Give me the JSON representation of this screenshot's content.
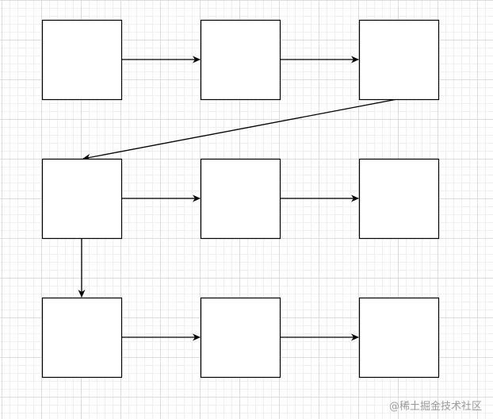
{
  "diagram": {
    "stroke_color": "#000000",
    "fill_color": "#ffffff",
    "grid_minor_color": "#efefef",
    "grid_major_color": "#dcdcdc",
    "nodes": [
      {
        "id": "r1c1",
        "label": ""
      },
      {
        "id": "r1c2",
        "label": ""
      },
      {
        "id": "r1c3",
        "label": ""
      },
      {
        "id": "r2c1",
        "label": ""
      },
      {
        "id": "r2c2",
        "label": ""
      },
      {
        "id": "r2c3",
        "label": ""
      },
      {
        "id": "r3c1",
        "label": ""
      },
      {
        "id": "r3c2",
        "label": ""
      },
      {
        "id": "r3c3",
        "label": ""
      }
    ],
    "edges": [
      {
        "from": "r1c1",
        "to": "r1c2"
      },
      {
        "from": "r1c2",
        "to": "r1c3"
      },
      {
        "from": "r1c3",
        "to": "r2c1"
      },
      {
        "from": "r2c1",
        "to": "r2c2"
      },
      {
        "from": "r2c2",
        "to": "r2c3"
      },
      {
        "from": "r2c1",
        "to": "r3c1"
      },
      {
        "from": "r3c1",
        "to": "r3c2"
      },
      {
        "from": "r3c2",
        "to": "r3c3"
      }
    ]
  },
  "watermark": {
    "text": "@稀土掘金技术社区"
  }
}
